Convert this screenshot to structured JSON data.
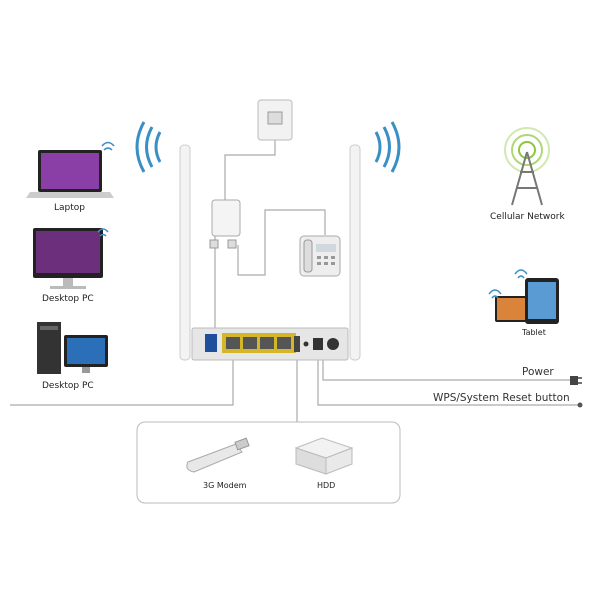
{
  "devices": {
    "laptop": "Laptop",
    "desktop_wifi": "Desktop PC",
    "desktop_wired": "Desktop PC",
    "cellular": "Cellular Network",
    "tablet": "Tablet",
    "modem": "3G Modem",
    "hdd": "HDD"
  },
  "connections": {
    "power": "Power",
    "wps": "WPS/System Reset button"
  },
  "colors": {
    "wifi": "#3a8fc4",
    "port": "#d4b62a",
    "line": "#999999"
  }
}
